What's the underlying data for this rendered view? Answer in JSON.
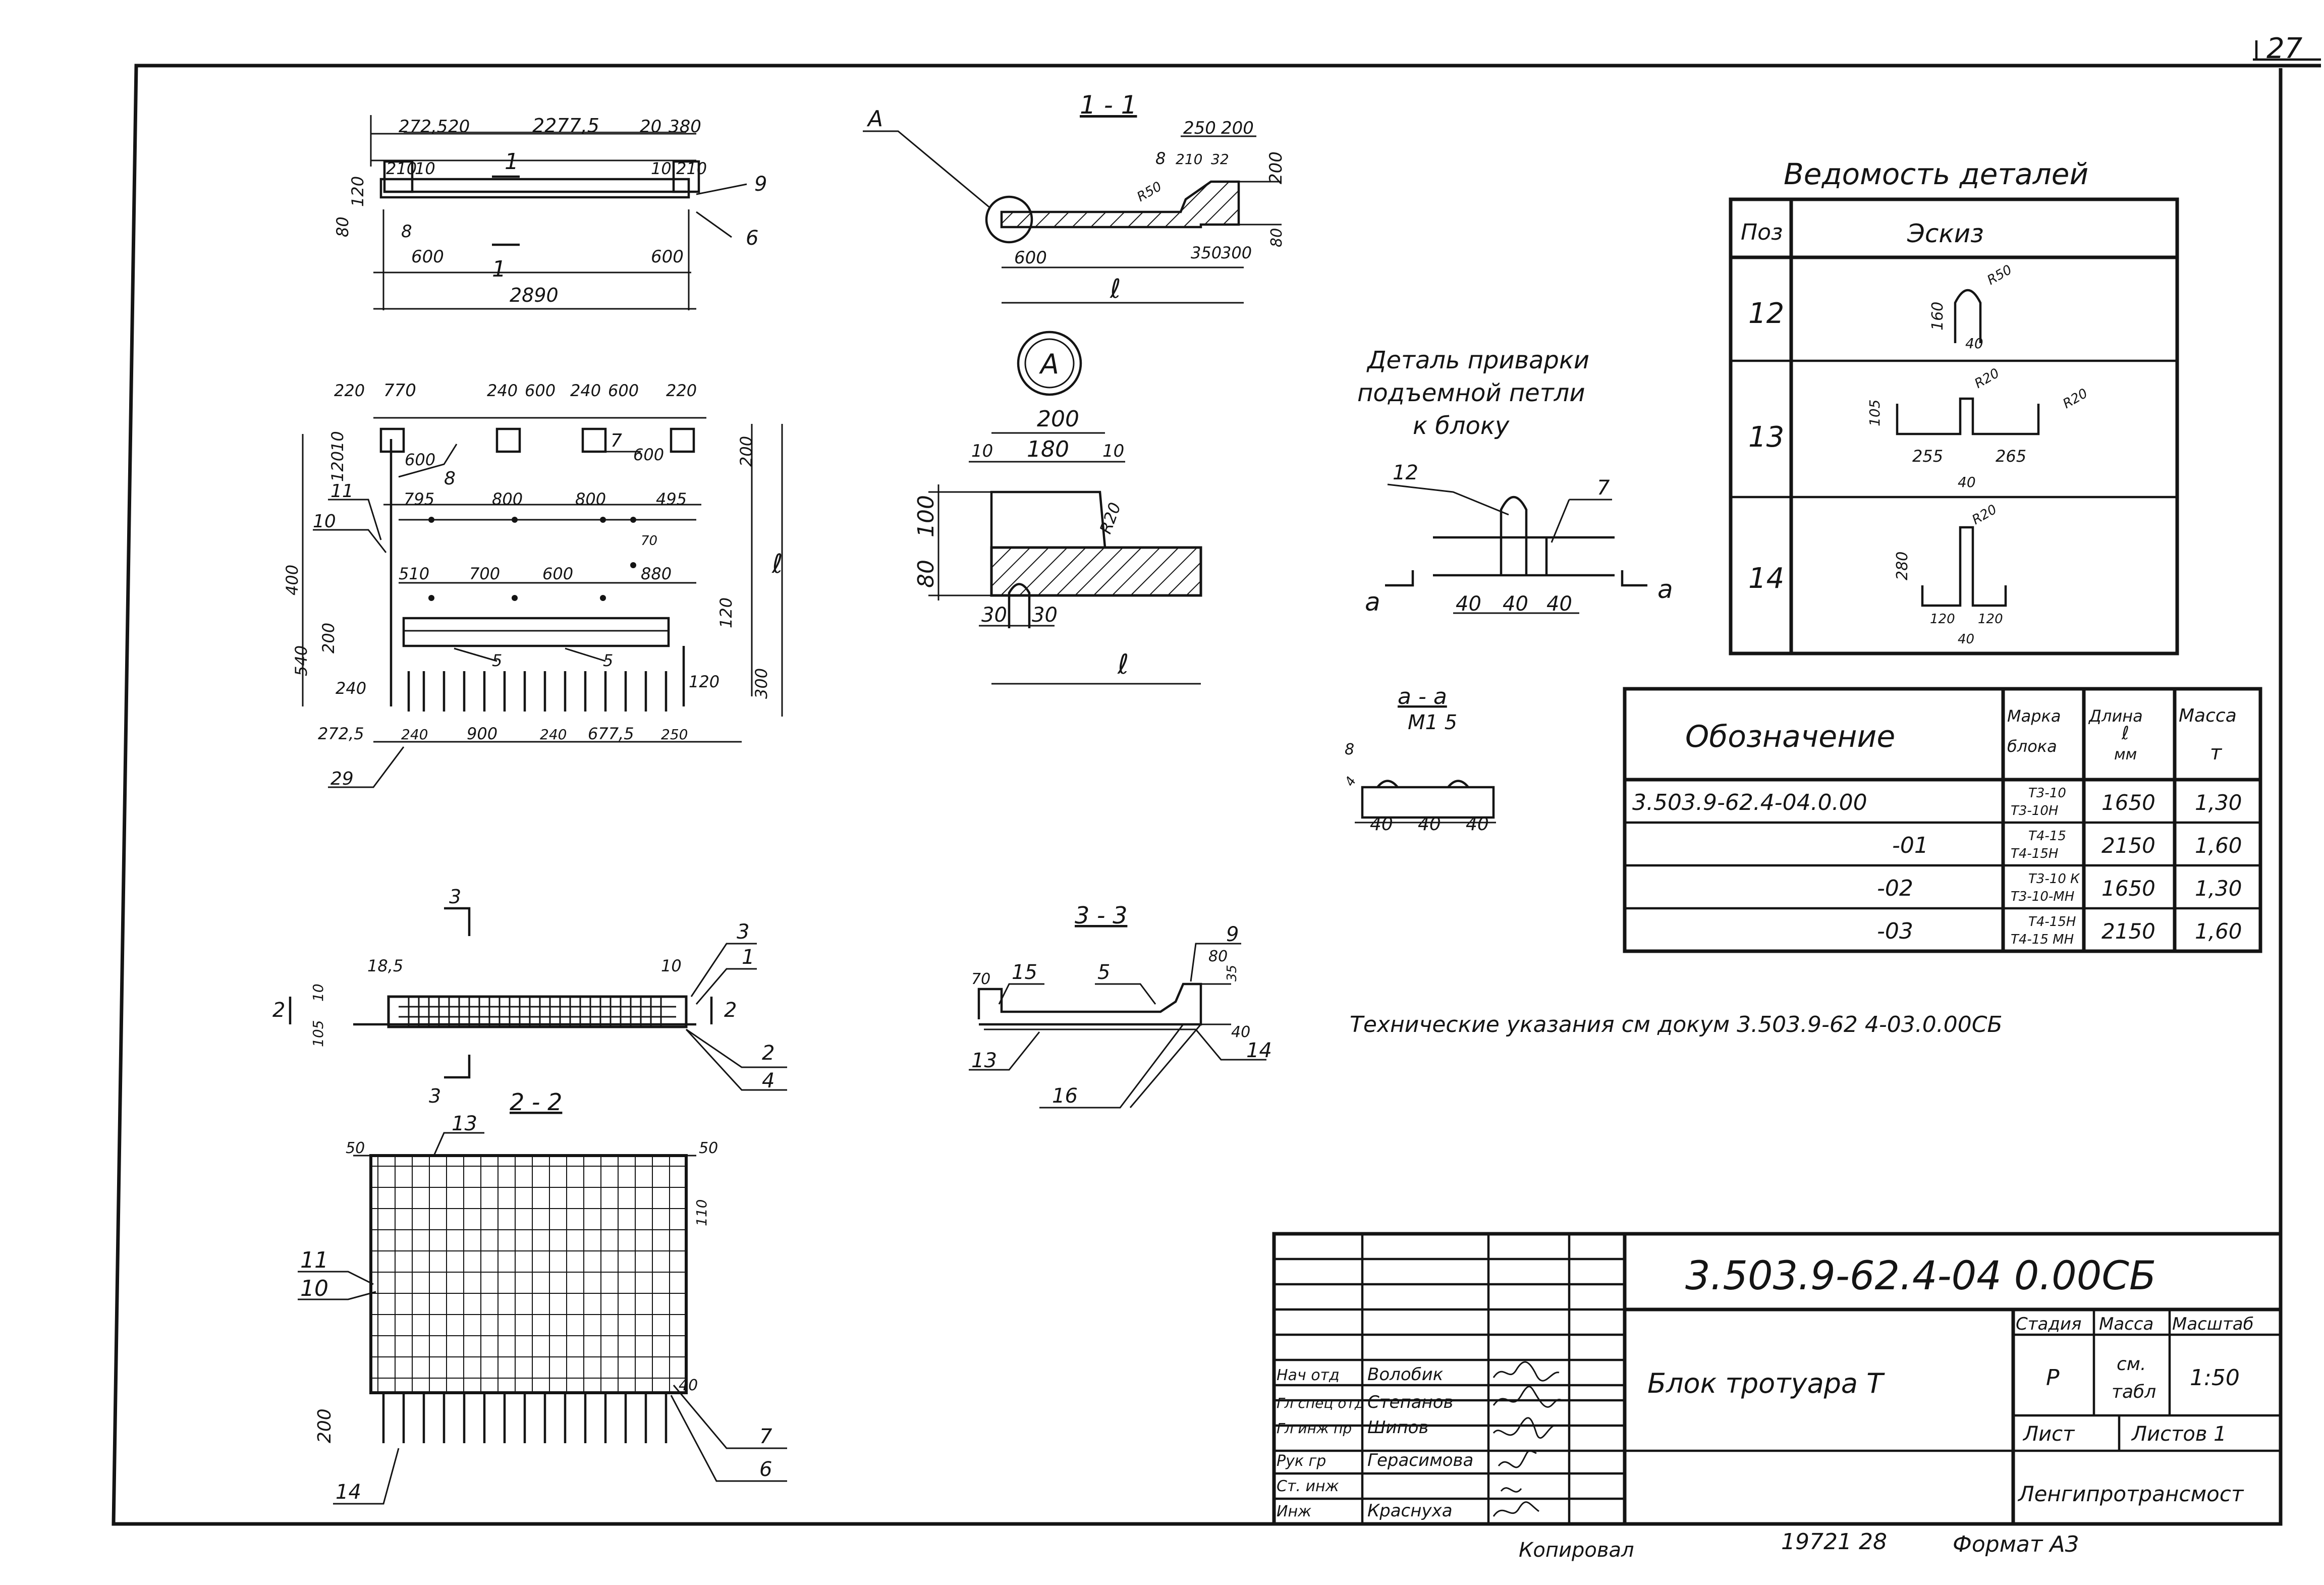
{
  "sheet_number": "27",
  "views": {
    "top_elev": {
      "dims_top": [
        "272,5",
        "20",
        "2277,5",
        "20",
        "380"
      ],
      "dims_inner": [
        "210",
        "10",
        "10",
        "210"
      ],
      "dims_left": [
        "80",
        "120"
      ],
      "dims_bottom": [
        "600",
        "600"
      ],
      "overall": "2890",
      "section_mark": "1",
      "callouts": [
        "9",
        "6",
        "8"
      ]
    },
    "plan": {
      "dims_top": [
        "220",
        "770",
        "240",
        "600",
        "240",
        "600",
        "220"
      ],
      "dims_second": [
        "600",
        "600"
      ],
      "dims_third": [
        "795",
        "800",
        "800",
        "495"
      ],
      "dims_fourth": [
        "510",
        "700",
        "600",
        "880"
      ],
      "dims_left": [
        "10",
        "120",
        "400",
        "540",
        "200",
        "240"
      ],
      "dims_right": [
        "200",
        "120",
        "300",
        "120"
      ],
      "dims_bottom": [
        "272,5",
        "240",
        "900",
        "240",
        "677,5",
        "250"
      ],
      "callouts": [
        "11",
        "10",
        "8",
        "7",
        "5",
        "5",
        "70",
        "29"
      ],
      "length": "ℓ"
    },
    "section_1": {
      "title": "1 - 1",
      "callout_a": "A",
      "dims": [
        "250",
        "200",
        "8",
        "210",
        "32",
        "200",
        "80",
        "600",
        "350",
        "300",
        "R50"
      ],
      "length": "ℓ"
    },
    "detail_a": {
      "label": "A",
      "dims": [
        "200",
        "180",
        "10",
        "10",
        "100",
        "80",
        "R20",
        "30",
        "30"
      ],
      "length": "ℓ"
    },
    "weld_detail": {
      "title_lines": [
        "Деталь приварки",
        "подъемной петли",
        "к блоку"
      ],
      "callouts": [
        "12",
        "7"
      ],
      "dims": [
        "40",
        "40",
        "40"
      ],
      "section_marks": [
        "a",
        "a"
      ]
    },
    "section_aa": {
      "title": "a - a",
      "scale": "М1 5",
      "dims": [
        "8",
        "4",
        "40",
        "40",
        "40"
      ]
    },
    "elev_3": {
      "section_mark": "3",
      "dims": [
        "18,5",
        "10",
        "10",
        "105",
        "2",
        "2"
      ],
      "callouts": [
        "3",
        "1",
        "2",
        "4"
      ]
    },
    "section_33": {
      "title": "3 - 3",
      "dims": [
        "70",
        "80",
        "35",
        "40"
      ],
      "callouts": [
        "15",
        "5",
        "9",
        "13",
        "16",
        "14"
      ]
    },
    "section_22": {
      "title": "2 - 2",
      "dims": [
        "50",
        "50",
        "110",
        "200",
        "40"
      ],
      "callouts": [
        "13",
        "11",
        "10",
        "7",
        "6",
        "14"
      ]
    }
  },
  "parts_schedule": {
    "title": "Ведомость деталей",
    "headers": [
      "Поз",
      "Эскиз"
    ],
    "rows": [
      {
        "pos": "12",
        "dims": [
          "160",
          "R50",
          "40"
        ]
      },
      {
        "pos": "13",
        "dims": [
          "105",
          "R20",
          "R20",
          "255",
          "265",
          "40"
        ]
      },
      {
        "pos": "14",
        "dims": [
          "280",
          "R20",
          "120",
          "120",
          "40"
        ]
      }
    ]
  },
  "variants_table": {
    "headers": {
      "designation": "Обозначение",
      "mark": [
        "Марка",
        "блока"
      ],
      "length": [
        "Длина",
        "ℓ",
        "мм"
      ],
      "mass": [
        "Масса",
        "т"
      ]
    },
    "rows": [
      {
        "designation": "3.503.9-62.4-04.0.00",
        "marks": [
          "Т3-10",
          "Т3-10Н"
        ],
        "length": "1650",
        "mass": "1,30"
      },
      {
        "designation": "-01",
        "marks": [
          "Т4-15",
          "Т4-15Н"
        ],
        "length": "2150",
        "mass": "1,60"
      },
      {
        "designation": "-02",
        "marks": [
          "Т3-10 К",
          "Т3-10-МН"
        ],
        "length": "1650",
        "mass": "1,30"
      },
      {
        "designation": "-03",
        "marks": [
          "Т4-15Н",
          "Т4-15 МН"
        ],
        "length": "2150",
        "mass": "1,60"
      }
    ]
  },
  "tech_note": "Технические указания см докум 3.503.9-62 4-03.0.00СБ",
  "title_block": {
    "doc_code": "3.503.9-62.4-04 0.00СБ",
    "name": "Блок тротуара  Т",
    "stage_label": "Стадия",
    "mass_label": "Масса",
    "scale_label": "Масштаб",
    "stage": "Р",
    "mass": [
      "см.",
      "табл"
    ],
    "scale": "1:50",
    "sheet_label": "Лист",
    "sheets_label": "Листов 1",
    "org": "Ленгипротрансмост",
    "signatures": [
      {
        "role": "Нач отд",
        "name": "Волобик"
      },
      {
        "role": "Гл спец отд",
        "name": "Степанов"
      },
      {
        "role": "Гл инж пр",
        "name": "Шипов"
      },
      {
        "role": "Рук гр",
        "name": "Герасимова"
      },
      {
        "role": "Ст. инж",
        "name": ""
      },
      {
        "role": "Инж",
        "name": "Краснуха"
      }
    ]
  },
  "footer": {
    "copied": "Копировал",
    "number": "19721  28",
    "format": "Формат  А3"
  }
}
